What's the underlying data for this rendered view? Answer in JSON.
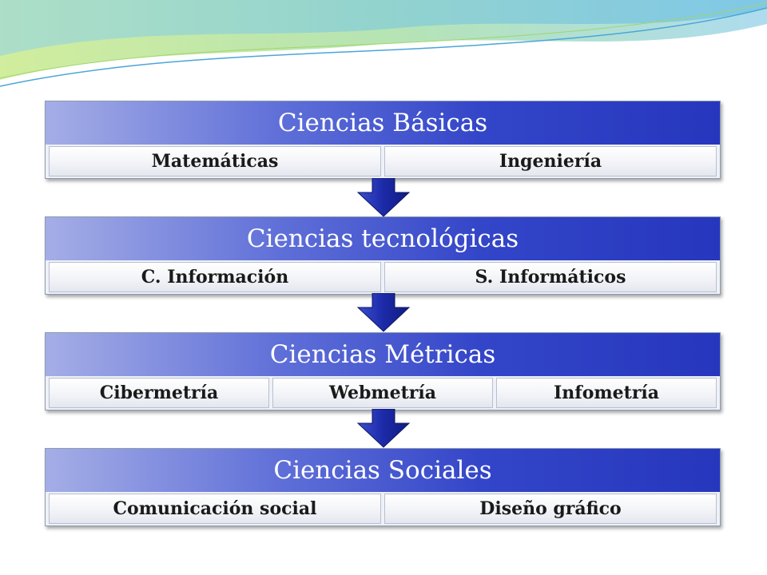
{
  "levels": [
    {
      "title": "Ciencias Básicas",
      "items": [
        "Matemáticas",
        "Ingeniería"
      ]
    },
    {
      "title": "Ciencias tecnológicas",
      "items": [
        "C. Información",
        "S. Informáticos"
      ]
    },
    {
      "title": "Ciencias Métricas",
      "items": [
        "Cibermetría",
        "Webmetría",
        "Infometría"
      ]
    },
    {
      "title": "Ciencias Sociales",
      "items": [
        "Comunicación social",
        "Diseño gráfico"
      ]
    }
  ],
  "colors": {
    "title_band": "#3345c8",
    "arrow": "#1c2aa8",
    "wave_green": "#b8e07a",
    "wave_blue": "#7ec8e8"
  },
  "icons": [
    "down-arrow-icon"
  ]
}
